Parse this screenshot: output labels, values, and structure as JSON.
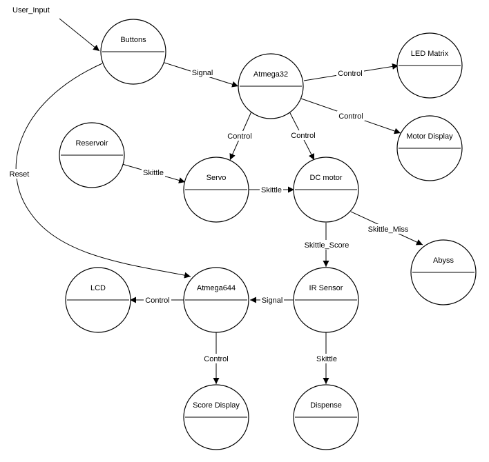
{
  "diagram": {
    "external": {
      "user_input": "User_Input"
    },
    "nodes": {
      "buttons": "Buttons",
      "atmega32": "Atmega32",
      "led_matrix": "LED Matrix",
      "motor_display": "Motor Display",
      "reservoir": "Reservoir",
      "servo": "Servo",
      "dc_motor": "DC motor",
      "abyss": "Abyss",
      "lcd": "LCD",
      "atmega644": "Atmega644",
      "ir_sensor": "IR Sensor",
      "score_display": "Score Display",
      "dispense": "Dispense"
    },
    "edges": {
      "buttons_atmega32": "Signal",
      "atmega32_led": "Control",
      "atmega32_motor_display": "Control",
      "atmega32_servo": "Control",
      "atmega32_dc_motor": "Control",
      "reservoir_servo": "Skittle",
      "servo_dc_motor": "Skittle",
      "dc_motor_abyss": "Skittle_Miss",
      "dc_motor_ir": "Skittle_Score",
      "buttons_atmega644": "Reset",
      "atmega644_lcd": "Control",
      "ir_atmega644": "Signal",
      "atmega644_score": "Control",
      "ir_dispense": "Skittle"
    }
  }
}
